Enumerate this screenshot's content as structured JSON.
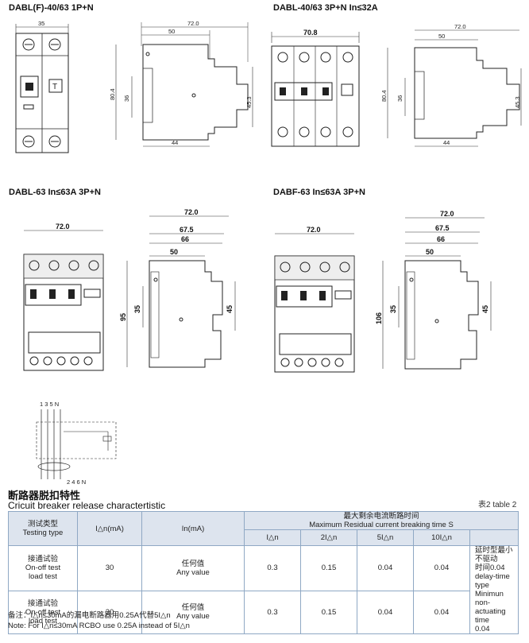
{
  "diagrams": {
    "d1": {
      "title": "DABL(F)-40/63   1P+N",
      "w_front": "35",
      "w_side": "72.0",
      "d_top": "50",
      "h_total": "80.4",
      "h_mid": "36",
      "h_right": "45.3",
      "d_bottom": "44"
    },
    "d2": {
      "title": "DABL-40/63   3P+N   In≤32A",
      "w_front": "70.8",
      "w_side": "72.0",
      "d_top": "50",
      "h_total": "80.4",
      "h_mid": "36",
      "h_right": "45.3",
      "d_bottom": "44"
    },
    "d3": {
      "title": "DABL-63 In≤63A  3P+N",
      "w_front": "72.0",
      "w_side": "72.0",
      "d_675": "67.5",
      "d_66": "66",
      "d_50": "50",
      "h_total": "95",
      "h_mid": "35",
      "h_right": "45"
    },
    "d4": {
      "title": "DABF-63 In≤63A  3P+N",
      "w_front": "72.0",
      "w_side": "72.0",
      "d_675": "67.5",
      "d_66": "66",
      "d_50": "50",
      "h_total": "106",
      "h_mid": "35",
      "h_right": "45"
    },
    "wiring": {
      "top_labels": "1 3 5 N",
      "bottom_labels": "2 4 6 N"
    }
  },
  "section": {
    "title_cn": "断路器脱扣特性",
    "title_en": "Cricuit breaker release charactertistic",
    "table_no": "表2 table 2"
  },
  "table": {
    "h_type_cn": "测试类型",
    "h_type_en": "Testing type",
    "h_idn": "I△n(mA)",
    "h_in": "In(mA)",
    "h_max_cn": "最大剩余电流断路时间",
    "h_max_en": "Maximum Residual current breaking time S",
    "sub": [
      "I△n",
      "2I△n",
      "5I△n",
      "10I△n"
    ],
    "rows": [
      {
        "type_cn": "接通试验",
        "type_en1": "On-off test",
        "type_en2": "load test",
        "idn": "30",
        "in_cn": "任何值",
        "in_en": "Any value",
        "v": [
          "0.3",
          "0.15",
          "0.04",
          "0.04"
        ]
      },
      {
        "type_cn": "接通试验",
        "type_en1": "On-off test",
        "type_en2": "load test",
        "idn": "30",
        "in_cn": "任何值",
        "in_en": "Any value",
        "v": [
          "0.3",
          "0.15",
          "0.04",
          "0.04"
        ]
      }
    ],
    "note_lines": [
      "延时型最小不驱动",
      "时间0.04",
      "delay-time type",
      "Minimun non-",
      "actuating time",
      "0.04"
    ]
  },
  "notes": {
    "cn": "备注：I△n≤30mA的漏电断路器用0.25A代替5I△n",
    "en": "Note: For I△n≤30mA RCBO use 0.25A instead of 5I△n"
  }
}
